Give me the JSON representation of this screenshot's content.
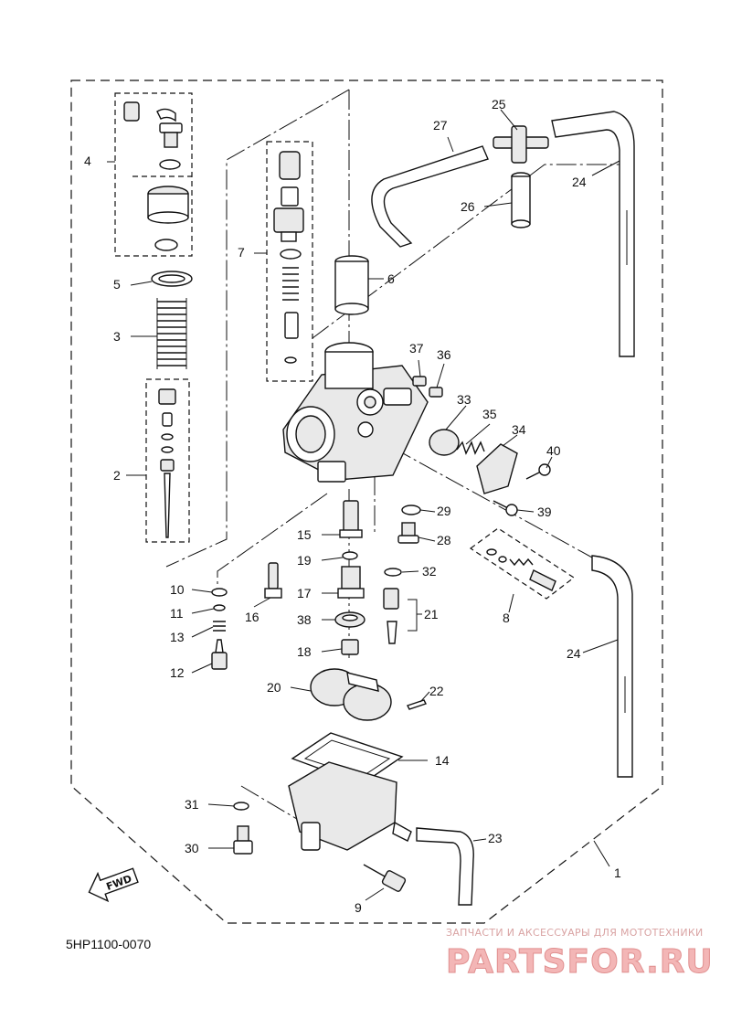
{
  "diagram": {
    "drawing_code": "5HP1100-0070",
    "direction_marker": "FWD",
    "watermark": {
      "caption": "ЗАПЧАСТИ И АКСЕССУАРЫ ДЛЯ МОТОТЕХНИКИ",
      "brand": "PARTSFOR.RU"
    },
    "callouts": {
      "c1": "1",
      "c2": "2",
      "c3": "3",
      "c4": "4",
      "c5": "5",
      "c6": "6",
      "c7": "7",
      "c8": "8",
      "c9": "9",
      "c10": "10",
      "c11": "11",
      "c12": "12",
      "c13": "13",
      "c14": "14",
      "c15": "15",
      "c16": "16",
      "c17": "17",
      "c18": "18",
      "c19": "19",
      "c20": "20",
      "c21": "21",
      "c22": "22",
      "c23": "23",
      "c24a": "24",
      "c24b": "24",
      "c25": "25",
      "c26": "26",
      "c27": "27",
      "c28": "28",
      "c29": "29",
      "c30": "30",
      "c31": "31",
      "c32": "32",
      "c33": "33",
      "c34": "34",
      "c35": "35",
      "c36": "36",
      "c37": "37",
      "c38": "38",
      "c39": "39",
      "c40": "40"
    }
  }
}
